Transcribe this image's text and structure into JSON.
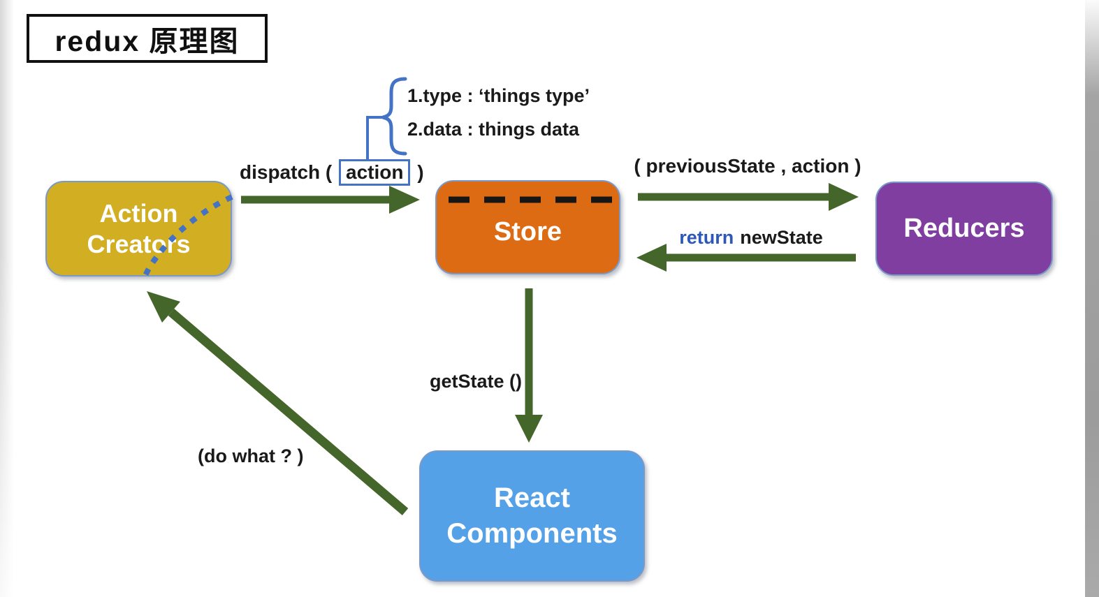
{
  "title": "redux 原理图",
  "colors": {
    "arrow_green": "#45662b",
    "accent_blue": "#4472c4",
    "return_blue": "#2e58b8",
    "node_action": "#d2ae23",
    "node_store": "#dd6b13",
    "node_reducers": "#7f3ea0",
    "node_react": "#55a1e8",
    "dash_black": "#161616"
  },
  "nodes": {
    "action_creators": {
      "line1": "Action",
      "line2": "Creators"
    },
    "store": {
      "label": "Store"
    },
    "reducers": {
      "label": "Reducers"
    },
    "react_components": {
      "line1": "React",
      "line2": "Components"
    }
  },
  "edges": {
    "dispatch": {
      "prefix": "dispatch (",
      "boxed": "action",
      "suffix": ")"
    },
    "to_reducers": {
      "label": "( previousState , action )"
    },
    "from_reducers": {
      "keyword": "return",
      "label": "newState"
    },
    "get_state": {
      "label": "getState ()"
    },
    "do_what": {
      "label": "(do what ? )"
    }
  },
  "annotation": {
    "items": [
      "1.type : ‘things type’",
      "2.data :  things data"
    ]
  }
}
